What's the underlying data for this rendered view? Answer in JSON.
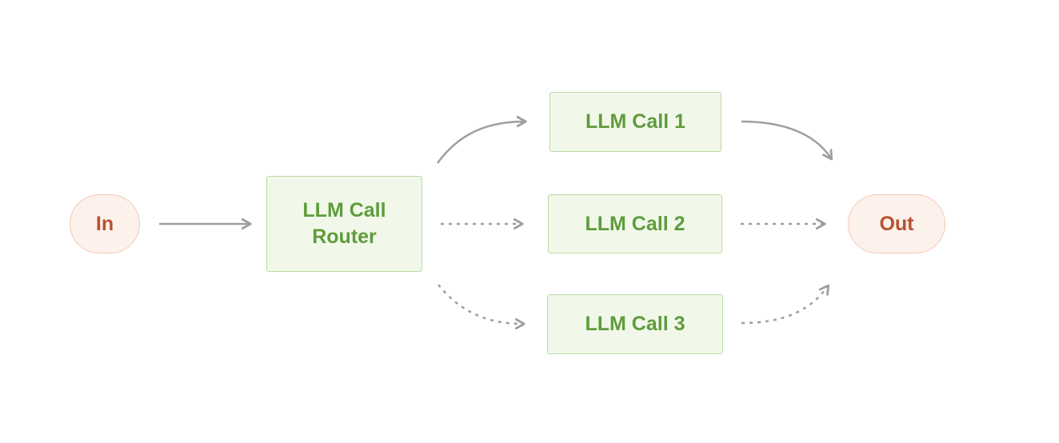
{
  "diagram": {
    "type": "flowchart",
    "description": "Routing workflow: input routed by an LLM Call Router to one of three LLM calls, converging to a single output",
    "nodes": {
      "input": {
        "label": "In",
        "shape": "pill"
      },
      "router": {
        "label": "LLM Call Router",
        "shape": "box"
      },
      "call1": {
        "label": "LLM Call 1",
        "shape": "box"
      },
      "call2": {
        "label": "LLM Call 2",
        "shape": "box"
      },
      "call3": {
        "label": "LLM Call 3",
        "shape": "box"
      },
      "output": {
        "label": "Out",
        "shape": "pill"
      }
    },
    "edges": [
      {
        "from": "input",
        "to": "router",
        "style": "solid"
      },
      {
        "from": "router",
        "to": "call1",
        "style": "solid"
      },
      {
        "from": "call1",
        "to": "output",
        "style": "solid"
      },
      {
        "from": "router",
        "to": "call2",
        "style": "dashed"
      },
      {
        "from": "call2",
        "to": "output",
        "style": "dashed"
      },
      {
        "from": "router",
        "to": "call3",
        "style": "dashed"
      },
      {
        "from": "call3",
        "to": "output",
        "style": "dashed"
      }
    ],
    "colors": {
      "box_fill": "#f1f8ea",
      "box_border": "#bcd9a2",
      "box_text": "#5f9c3c",
      "pill_fill": "#fdf1ec",
      "pill_border": "#f3c9b6",
      "pill_text": "#b9502f",
      "arrow": "#9e9e9e",
      "background": "#ffffff"
    }
  }
}
